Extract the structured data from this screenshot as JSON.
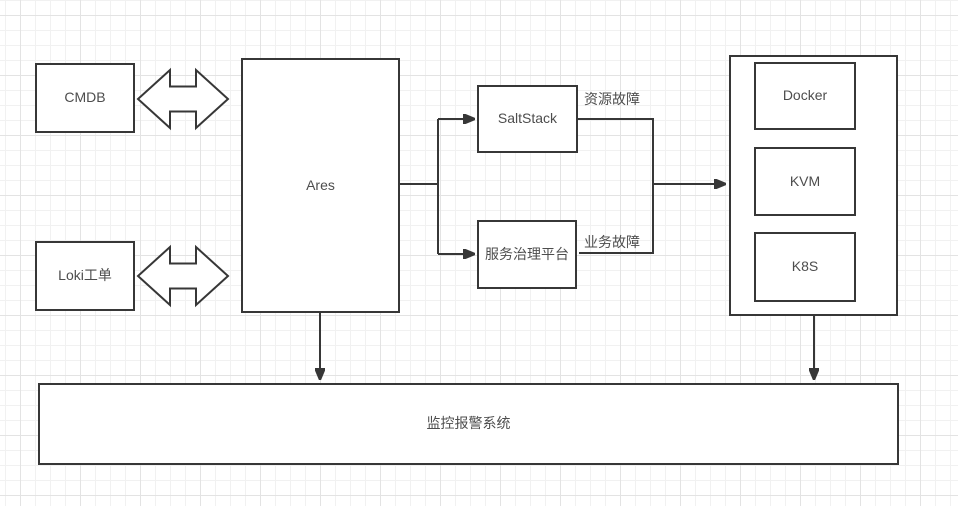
{
  "diagram": {
    "nodes": {
      "cmdb": {
        "label": "CMDB"
      },
      "loki": {
        "label": "Loki工单"
      },
      "ares": {
        "label": "Ares"
      },
      "saltstack": {
        "label": "SaltStack"
      },
      "service_governance": {
        "label": "服务治理平台"
      },
      "docker": {
        "label": "Docker"
      },
      "kvm": {
        "label": "KVM"
      },
      "k8s": {
        "label": "K8S"
      },
      "monitoring": {
        "label": "监控报警系统"
      }
    },
    "edge_labels": {
      "resource_fault": "资源故障",
      "business_fault": "业务故障"
    },
    "colors": {
      "stroke": "#373737",
      "text": "#4d4d4d",
      "grid_minor": "#f1f1f1",
      "grid_major": "#e3e3e3",
      "background": "#ffffff",
      "node_fill": "#ffffff"
    }
  }
}
